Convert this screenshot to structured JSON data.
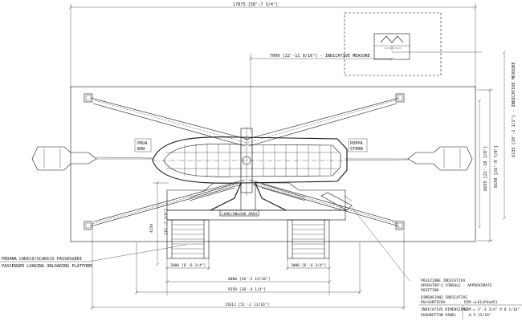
{
  "dimensions": {
    "overall_width": "17875 [58'-7 3/4\"]",
    "indicative_measure": "7000 [22'-11 9/16\"] - INDICATIVE MEASURE",
    "side_indicative_measure": "6135 [20'-1 1/2\"] - INDICATIVE MEASURE",
    "height_outer": "8150 [26'-8 7/8\"]",
    "height_inner": "6655 [21'-10 1/8\"]",
    "left_height": "4150",
    "left_height_imperial": "[13'-7 3/8\"]",
    "bottom_left_step": "2000 [6'-6 3/4\"]",
    "bottom_right_step": "2000 [6'-6 3/4\"]",
    "center_width": "8000 [26'-2 15/16\"]",
    "platform_width": "9250 [30'-4 1/4\"]",
    "base_width": "15612 [51'-2 11/16\"]"
  },
  "labels": {
    "bow_it": "PRUA",
    "bow_en": "BOW",
    "stern_it": "POPPA",
    "stern_en": "STERN",
    "load_area": "LOAD/UNLOAD AREA",
    "platform_it": "PEDANA CARICO/SCARICO PASSEGGERI",
    "platform_en": "PASSENGER LOADING UNLOADING PLATFORM",
    "operator_it": "POSIZIONE INDICATIVA",
    "operator_it2": "OPERATOR'S CONSOLE - APPROXIMATE",
    "operator_en": "POSITION",
    "pushbutton_it": "DIMENSIONI INDICATIVE",
    "pushbutton_it2": "PULSANTIERA",
    "pushbutton_dims_it": "DIM.=L61xP4xH51",
    "pushbutton_en": "INDICATIVE DIMENSIONS",
    "pushbutton_en2": "PUSHBUTTON PANEL",
    "pushbutton_dims_en": "DIM.= 3'-3 3/4\" X 0 1/16\"",
    "pushbutton_dims_en2": "H 5 15/16\""
  }
}
